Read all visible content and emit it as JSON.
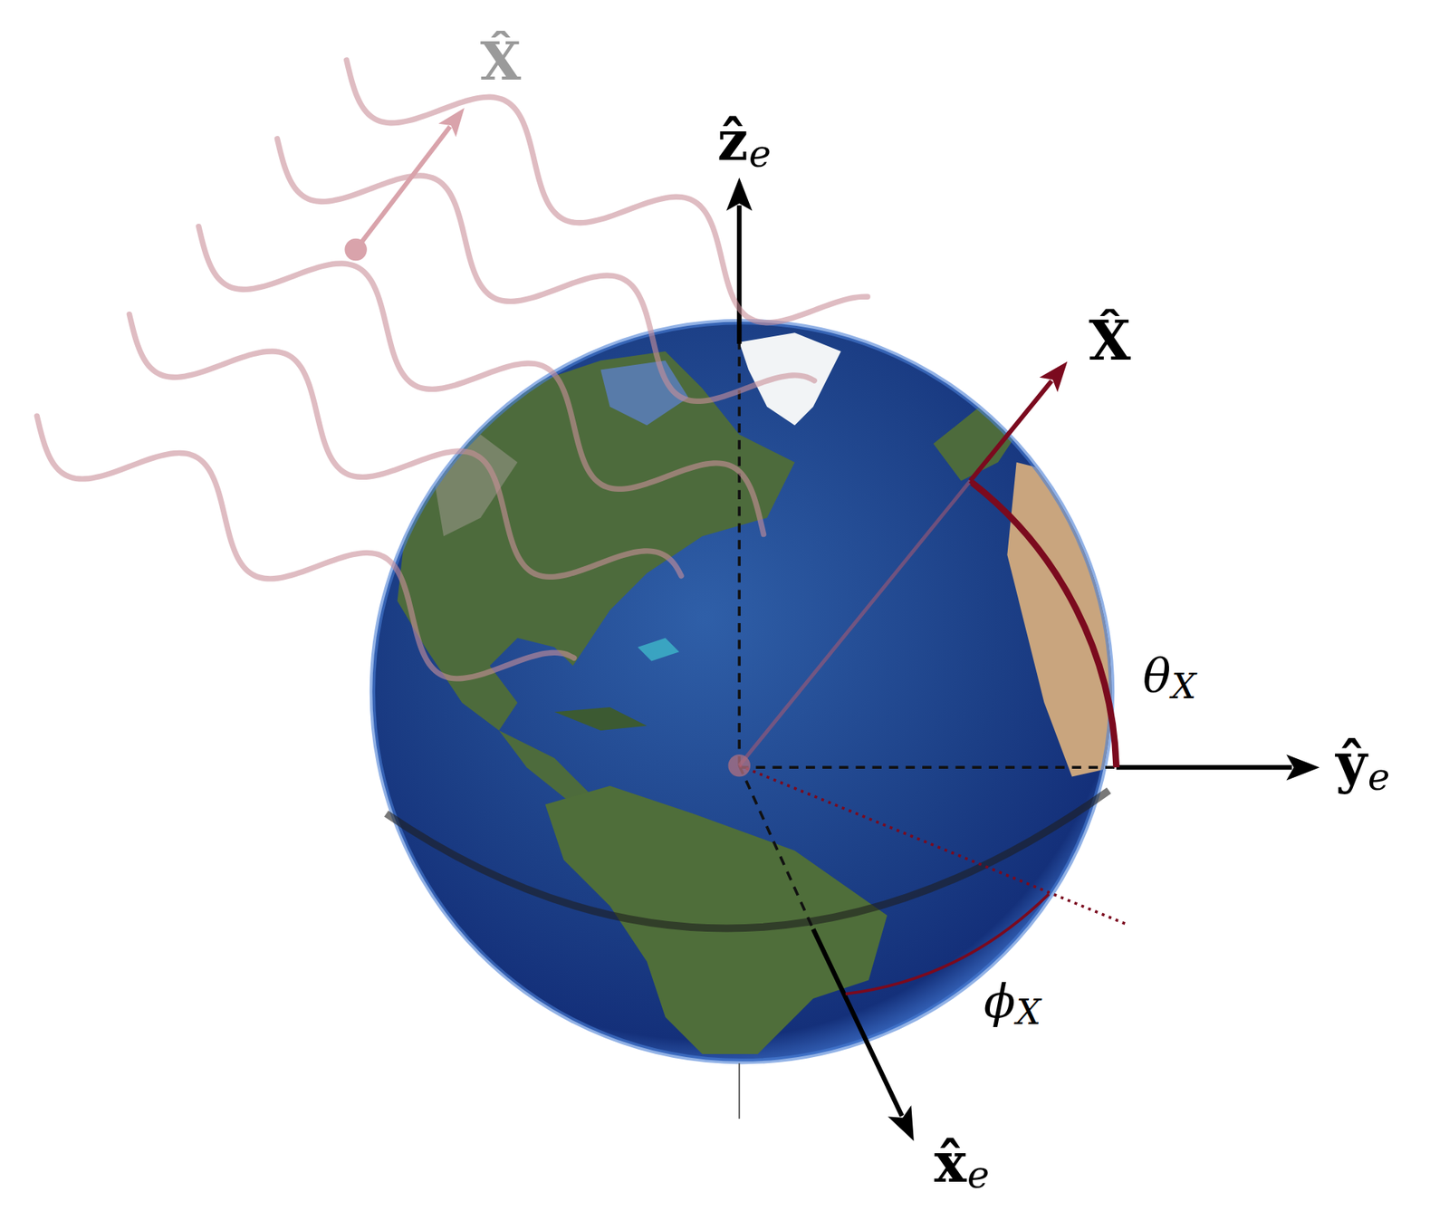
{
  "diagram": {
    "labels": [
      "X̂",
      "ẑ",
      "e",
      "X̂",
      "θ",
      "X",
      "ŷ",
      "e",
      "ϕ",
      "X",
      "x̂",
      "e"
    ]
  }
}
